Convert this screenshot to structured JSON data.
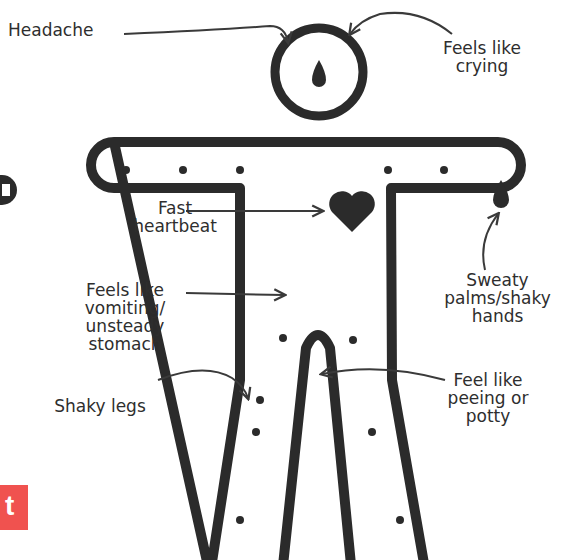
{
  "diagram": {
    "labels": [
      "Headache",
      "Feels like crying",
      "Fast heartbeat",
      "Feels like vomiting/ unsteady stomach",
      "Shaky legs",
      "Sweaty palms/shaky hands",
      "Feel like peeing or potty",
      "t"
    ]
  }
}
